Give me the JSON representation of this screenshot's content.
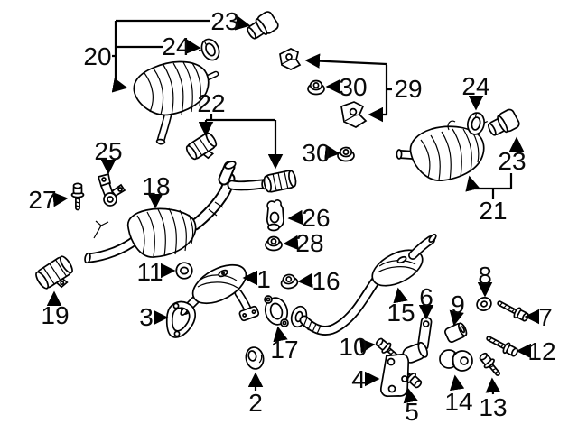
{
  "diagram": {
    "kind": "exhaust-system parts diagram",
    "background": "#ffffff",
    "line_color": "#000000",
    "label_color": "#0a0a0a"
  },
  "callouts": [
    {
      "label": "20",
      "part": "rear-muffler-left-assembly"
    },
    {
      "label": "23",
      "part": "tailpipe-tip-top"
    },
    {
      "label": "24",
      "part": "exhaust-clamp-top"
    },
    {
      "label": "22",
      "part": "pipe-coupler-pair"
    },
    {
      "label": "29",
      "part": "hanger-bracket-pair"
    },
    {
      "label": "30",
      "part": "flange-nut-upper"
    },
    {
      "label": "30",
      "part": "flange-nut-lower"
    },
    {
      "label": "24",
      "part": "exhaust-clamp-right"
    },
    {
      "label": "23",
      "part": "tailpipe-tip-right"
    },
    {
      "label": "21",
      "part": "rear-muffler-right-assembly"
    },
    {
      "label": "25",
      "part": "hanger-bracket-roller"
    },
    {
      "label": "27",
      "part": "bolt-vertical"
    },
    {
      "label": "18",
      "part": "center-muffler"
    },
    {
      "label": "26",
      "part": "hanger-bracket-center"
    },
    {
      "label": "28",
      "part": "flange-nut-center"
    },
    {
      "label": "11",
      "part": "grommet-nut"
    },
    {
      "label": "1",
      "part": "catalytic-converter"
    },
    {
      "label": "16",
      "part": "flange-nut-front"
    },
    {
      "label": "3",
      "part": "triangular-gasket"
    },
    {
      "label": "17",
      "part": "ring-gasket"
    },
    {
      "label": "2",
      "part": "oval-grommet"
    },
    {
      "label": "19",
      "part": "pipe-clamp-sleeve"
    },
    {
      "label": "15",
      "part": "front-catalytic-converter-pipe"
    },
    {
      "label": "6",
      "part": "hanger-link-bracket"
    },
    {
      "label": "9",
      "part": "spacer-sleeve"
    },
    {
      "label": "8",
      "part": "washer"
    },
    {
      "label": "7",
      "part": "bolt-long-upper"
    },
    {
      "label": "12",
      "part": "bolt-long-lower"
    },
    {
      "label": "10",
      "part": "bolt-short"
    },
    {
      "label": "4",
      "part": "support-bracket-plate"
    },
    {
      "label": "5",
      "part": "bolt-bracket"
    },
    {
      "label": "14",
      "part": "double-grommet"
    },
    {
      "label": "13",
      "part": "bolt-washer"
    }
  ]
}
